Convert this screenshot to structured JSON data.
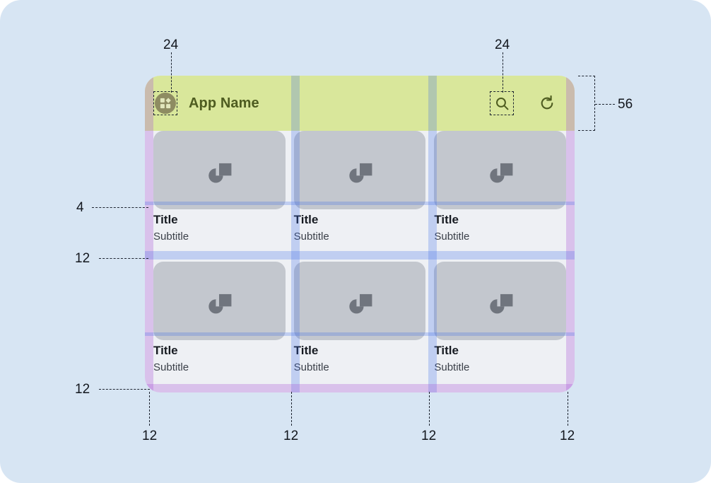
{
  "page": {
    "background_color": "#d7e5f3",
    "type": "ui-spacing-spec"
  },
  "app_frame": {
    "background_color": "#eef0f4",
    "appbar": {
      "background_color": "#d9e79b",
      "height_label": "56",
      "title": "App Name",
      "title_color": "#4e5c20",
      "leading_icon": {
        "name": "app-widgets-icon",
        "touch_target_label": "24",
        "badge_color": "#8e8c62"
      },
      "actions": [
        {
          "name": "search-icon",
          "touch_target_label": "24"
        },
        {
          "name": "refresh-icon"
        }
      ]
    },
    "grid": {
      "columns": 3,
      "rows": 2,
      "cards": [
        {
          "title": "Title",
          "subtitle": "Subtitle",
          "media_icon": "image-placeholder-icon"
        },
        {
          "title": "Title",
          "subtitle": "Subtitle",
          "media_icon": "image-placeholder-icon"
        },
        {
          "title": "Title",
          "subtitle": "Subtitle",
          "media_icon": "image-placeholder-icon"
        },
        {
          "title": "Title",
          "subtitle": "Subtitle",
          "media_icon": "image-placeholder-icon"
        },
        {
          "title": "Title",
          "subtitle": "Subtitle",
          "media_icon": "image-placeholder-icon"
        },
        {
          "title": "Title",
          "subtitle": "Subtitle",
          "media_icon": "image-placeholder-icon"
        }
      ],
      "media_color": "#c3c7ce",
      "text_bg_color": "#eef0f4"
    }
  },
  "annotations": {
    "appbar_height": "56",
    "icon_target_left": "24",
    "icon_target_right": "24",
    "media_to_title_gap": "4",
    "row_gap": "12",
    "bottom_padding": "12",
    "gutter_1": "12",
    "gutter_2": "12",
    "gutter_3": "12",
    "gutter_4": "12",
    "overlay_edge_color": "#a855d8",
    "overlay_gutter_color": "#3c6ee8"
  }
}
